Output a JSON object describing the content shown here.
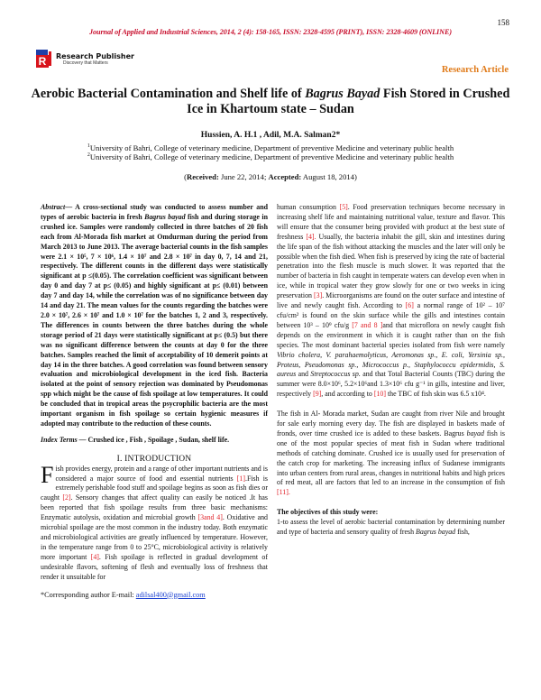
{
  "header": {
    "page_number": "158",
    "journal_line": "Journal of Applied and Industrial Sciences, 2014, 2 (4): 158-165, ISSN: 2328-4595 (PRINT), ISSN: 2328-4609 (ONLINE)",
    "publisher_name": "Research Publisher",
    "publisher_tagline": "Discovery that Matters",
    "logo_letter": "R",
    "article_type": "Research Article",
    "colors": {
      "journal": "#c8102e",
      "article_type": "#e07b1a",
      "citation": "#e0242b",
      "link": "#1a3fd0"
    }
  },
  "paper": {
    "title_part1": "Aerobic Bacterial Contamination and Shelf life of ",
    "title_italic": "Bagrus Bayad",
    "title_part2": " Fish Stored in Crushed Ice in Khartoum state – Sudan",
    "authors": "Hussien, A. H.1 , Adil, M.A. Salman2*",
    "affiliation1_sup": "1",
    "affiliation1": "University of Bahri, College of veterinary medicine, Department of preventive Medicine and veterinary public health",
    "affiliation2_sup": "2",
    "affiliation2": "University of Bahri, College of veterinary medicine, Department of preventive Medicine and veterinary public health",
    "received_label": "Received:",
    "received_date": " June 22, 2014; ",
    "accepted_label": "Accepted:",
    "accepted_date": " August 18, 2014)",
    "dates_open": "("
  },
  "abstract": {
    "label": "Abstract",
    "dash": "— ",
    "p1": "A cross-sectional study was conducted to assess number and types of aerobic bacteria in fresh ",
    "p1_italic": "Bagrus bayad",
    "p2": " fish and during storage in crushed ice. Samples were randomly collected in three batches of 20 fish each from Al-Morada fish market at Omdurman during the period from March 2013 to June 2013. The average bacterial counts in the fish samples were 2.1 × 10⁵, 7 × 10⁶, 1.4 × 10⁷ and 2.8 × 10⁷ in day 0, 7, 14 and 21, respectively. The different counts in the different days were statistically significant at p ≤(0.05). The correlation coefficient was significant between day 0 and day 7 at p≤ (0.05) and highly significant at p≤ (0.01) between day 7 and day 14, while the correlation was of no significance between day 14 and day 21. The mean values for the counts regarding the batches were 2.0 × 10⁷, 2.6 × 10⁷ and 1.0 × 10⁷ for the batches 1, 2 and 3, respectively. The differences in counts between the three batches during the whole storage period of 21 days were statistically significant at p≤ (0.5) but there was no significant difference between the counts at day 0 for the three batches. Samples reached the limit of acceptability of 10 demerit points at day 14 in the three batches. A good correlation was found between sensory evaluation and microbiological development in the iced fish. Bacteria isolated at the point of sensory rejection was dominated by Pseudomonas spp which might be the cause of fish spoilage at low temperatures. It could be concluded that in tropical areas the psycrophilic bacteria are the most important organism in fish spoilage so certain hygienic measures if adopted may contribute to the reduction of these counts."
  },
  "index_terms": {
    "label": "Index Terms",
    "text": " — Crushed ice , Fish , Spoilage , Sudan, shelf life."
  },
  "introduction": {
    "heading": "I. INTRODUCTION",
    "dropcap": "F",
    "l1": "ish provides energy, protein and a range of other important nutrients and is considered a major source of food and essential nutrients ",
    "c1": "[1]",
    "l2": ".Fish is extremely perishable food stuff and spoilage begins as soon as fish dies or caught ",
    "c2": "[2]",
    "l3": ". Sensory changes that affect quality can easily be noticed .It has been reported that fish spoilage results from three basic mechanisms: Enzymatic autolysis, oxidation and microbial growth ",
    "c3": "[3and 4]",
    "l4": ". Oxidative and microbial spoilage are the most common in the industry today. Both enzymatic and microbiological activities are greatly influenced by temperature. However, in the temperature range from 0 to 25°C, microbiological activity is relatively more important ",
    "c4": "[4]",
    "l5": ". Fish spoilage is reflected in gradual development of undesirable flavors, softening of flesh and eventually loss of freshness that render it unsuitable for"
  },
  "footnote": {
    "label": "*Corresponding author E-mail: ",
    "email": "adilsal400@gmail.com"
  },
  "right": {
    "r1": "human consumption ",
    "c5": "[5]",
    "r2": ". Food preservation techniques become necessary in increasing shelf life and maintaining nutritional value, texture and flavor. This will ensure that the consumer being provided with product at the best state of freshness ",
    "c6": "[4].",
    "r3": " Usually, the bacteria inhabit the gill, skin and intestines during the life span of the fish without attacking the muscles and the later will only be possible when the fish died. When fish is preserved by icing the rate of bacterial penetration into the flesh muscle is much slower. It was reported that the number of bacteria in fish caught in temperate waters can develop even when in ice, while in tropical water they grow slowly for one or two weeks in icing preservation ",
    "c7": "[3]",
    "r4": ". Microorganisms are found on the outer surface and intestine of live and newly caught fish. According to ",
    "c8": "[6]",
    "r5": " a normal range of 10² – 10⁷ cfu/cm² is found on the skin surface while the gills and intestines contain between 10³ – 10⁹ cfu/g ",
    "c9": "[7 and 8 ]",
    "r6": "and that microflora on newly caught fish depends on the environment in which it is caught rather than on the fish species. The most dominant bacterial species isolated from fish were namely ",
    "species": "Vibrio cholera, V. parahaemolyticus, Aeromonas sp., E. coli, Yersinia sp., Proteus, Pseudomonas sp., Micrococcus p., Staphylococcu epidermidis, S. aureus",
    "r7": " and ",
    "species2": "Streptococcus sp.",
    "r8": " and that Total Bacterial Counts (TBC) during the summer were 8.0×10⁶, 5.2×10⁶and 1.3×10⁶ cfu g⁻¹ in gills, intestine and liver, respectively ",
    "c10": "[9]",
    "r9": ", and according to ",
    "c11": "[10]",
    "r10": " the TBC of fish skin was 6.5 x10⁴.",
    "p2a": "The fish in Al- Morada market, Sudan are caught from river Nile and brought for sale early morning every day. The fish are displayed in baskets made of fronds, over time crushed ice is added to these baskets. Bagrus ",
    "p2_italic": "bayad",
    "p2b": " fish is one of the most popular species of meat fish in Sudan where traditional methods of catching dominate. Crushed ice is usually used for preservation of the catch crop for marketing. The increasing influx of Sudanese immigrants into urban centers from rural areas, changes in nutritional habits and high prices of red meat, all are factors that led to an increase in the consumption of fish ",
    "c12": "[11].",
    "objectives_heading": "The objectives of this study were:",
    "obj1a": "1-to assess the level of aerobic bacterial contamination by determining number and type of bacteria and sensory quality of fresh ",
    "obj1_italic": "Bagrus bayad",
    "obj1b": " fish,"
  }
}
